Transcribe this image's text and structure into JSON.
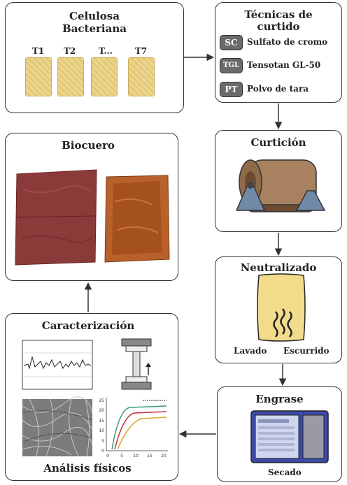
{
  "celulosa": {
    "title_line1": "Celulosa",
    "title_line2": "Bacteriana",
    "samples": [
      "T1",
      "T2",
      "T...",
      "T7"
    ]
  },
  "tecnicas": {
    "title_line1": "Técnicas de",
    "title_line2": "curtido",
    "items": [
      {
        "abbr": "SC",
        "label": "Sulfato de cromo"
      },
      {
        "abbr": "TGL",
        "label": "Tensotan GL-50"
      },
      {
        "abbr": "PT",
        "label": "Polvo de tara"
      }
    ]
  },
  "curticion": {
    "title": "Curtición"
  },
  "neutralizado": {
    "title": "Neutralizado",
    "left_label": "Lavado",
    "right_label": "Escurrido"
  },
  "engrase": {
    "title": "Engrase",
    "sub_label": "Secado"
  },
  "caracterizacion": {
    "title": "Caracterización",
    "footer": "Análisis físicos"
  },
  "biocuero": {
    "title": "Biocuero"
  },
  "mini_chart": {
    "x_ticks": [
      "0",
      "5",
      "10",
      "15",
      "20"
    ],
    "y_ticks": [
      "25",
      "20",
      "15",
      "10",
      "5",
      "0"
    ]
  },
  "colors": {
    "leather_red": "#8b3a3a",
    "leather_brown": "#b8612a",
    "sample_yellow": "#ecd68f",
    "machine_blue": "#3d4aa8",
    "drum_brown": "#8f6b4a"
  }
}
